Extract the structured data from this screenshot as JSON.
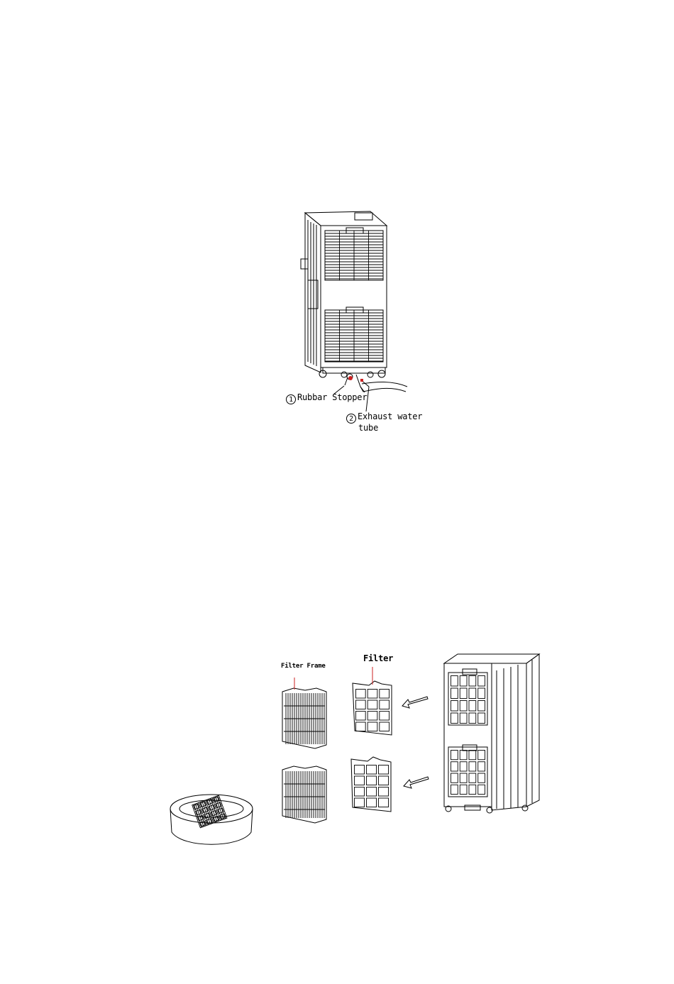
{
  "figure1": {
    "callout1": {
      "number": "1",
      "text": "Rubbar Stopper"
    },
    "callout2": {
      "number": "2",
      "line1": "Exhaust water",
      "line2": "tube"
    }
  },
  "figure2": {
    "filter_frame_label": "Filter Frame",
    "filter_label": "Filter"
  },
  "colors": {
    "line": "#000000",
    "accent": "#cc2222"
  }
}
